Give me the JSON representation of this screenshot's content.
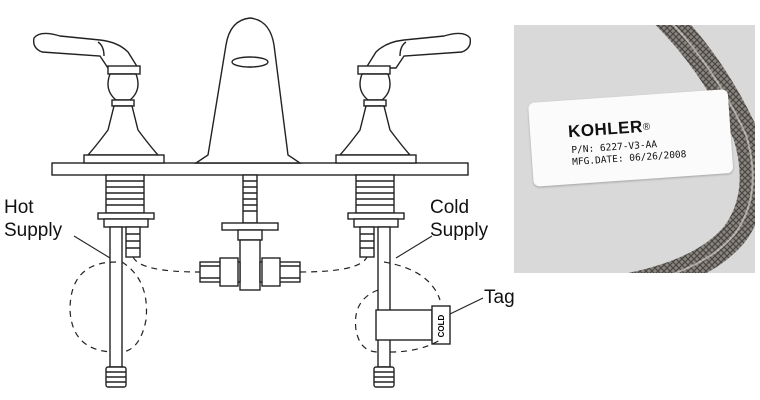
{
  "labels": {
    "hot_supply": [
      "Hot",
      "Supply"
    ],
    "cold_supply": [
      "Cold",
      "Supply"
    ],
    "tag": "Tag",
    "tag_print": "COLD"
  },
  "photo": {
    "brand": "KOHLER",
    "brand_mark": "®",
    "part_number_label": "P/N:",
    "part_number": "6227-V3-AA",
    "mfg_date_label": "MFG.DATE:",
    "mfg_date": "06/26/2008"
  },
  "colors": {
    "line": "#222222",
    "fill": "#ffffff",
    "photo_bg": "#d9d9d9",
    "hose_steel": "#8a8580"
  }
}
